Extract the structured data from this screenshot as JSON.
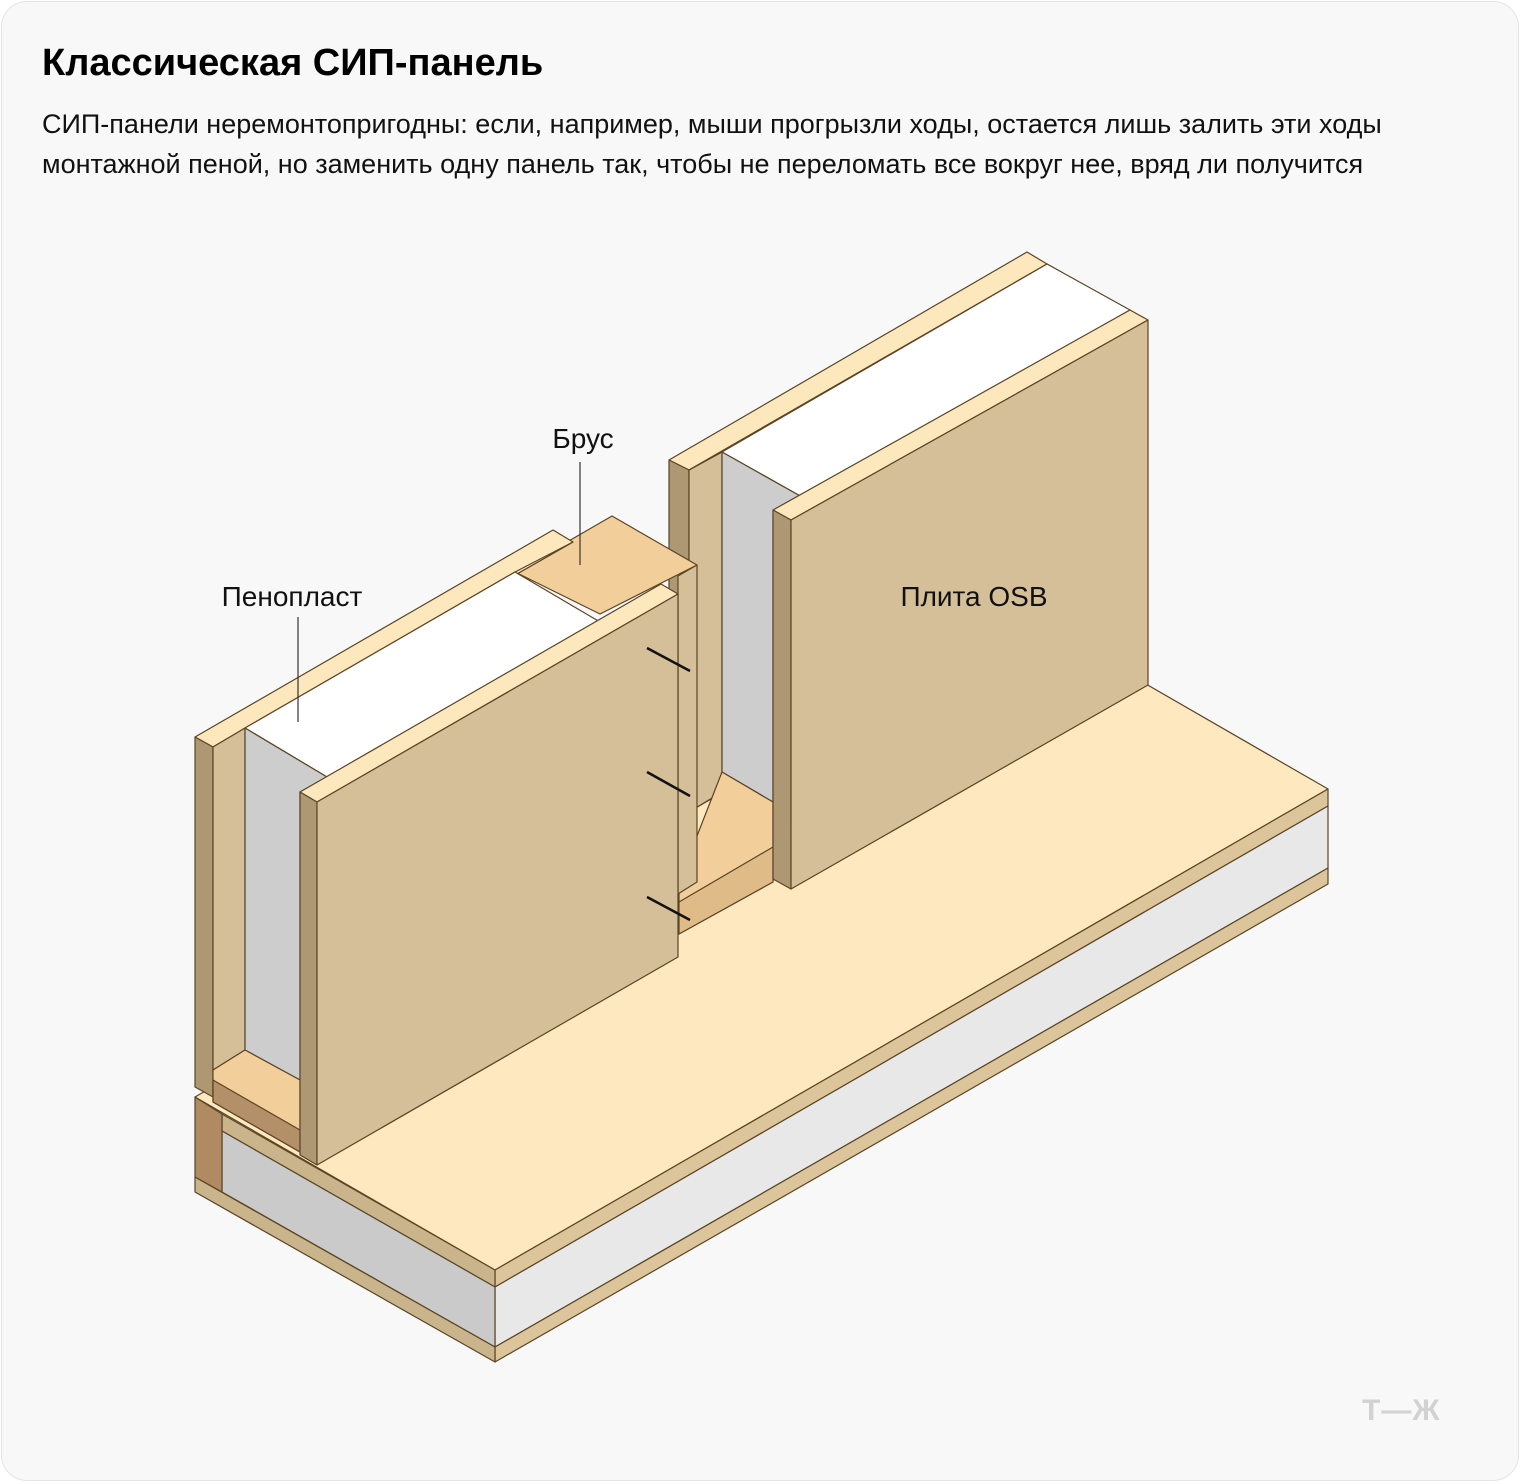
{
  "title": "Классическая СИП-панель",
  "subtitle": "СИП-панели неремонтопригодны: если, например, мыши прогрызли ходы, остается лишь залить эти ходы монтажной пеной, но заменить одну панель так, чтобы не переломать все вокруг нее, вряд ли получится",
  "labels": {
    "beam": "Брус",
    "foam": "Пенопласт",
    "osb": "Плита OSB"
  },
  "logo": "Т—Ж",
  "colors": {
    "osb_face": "#d4bf98",
    "osb_edge": "#fde7bd",
    "osb_side": "#ad9873",
    "foam_top": "#ffffff",
    "foam_side": "#cdcdcd",
    "beam": "#f2cf9a",
    "beam_dark": "#b39068",
    "floor": "#fee8bf"
  }
}
